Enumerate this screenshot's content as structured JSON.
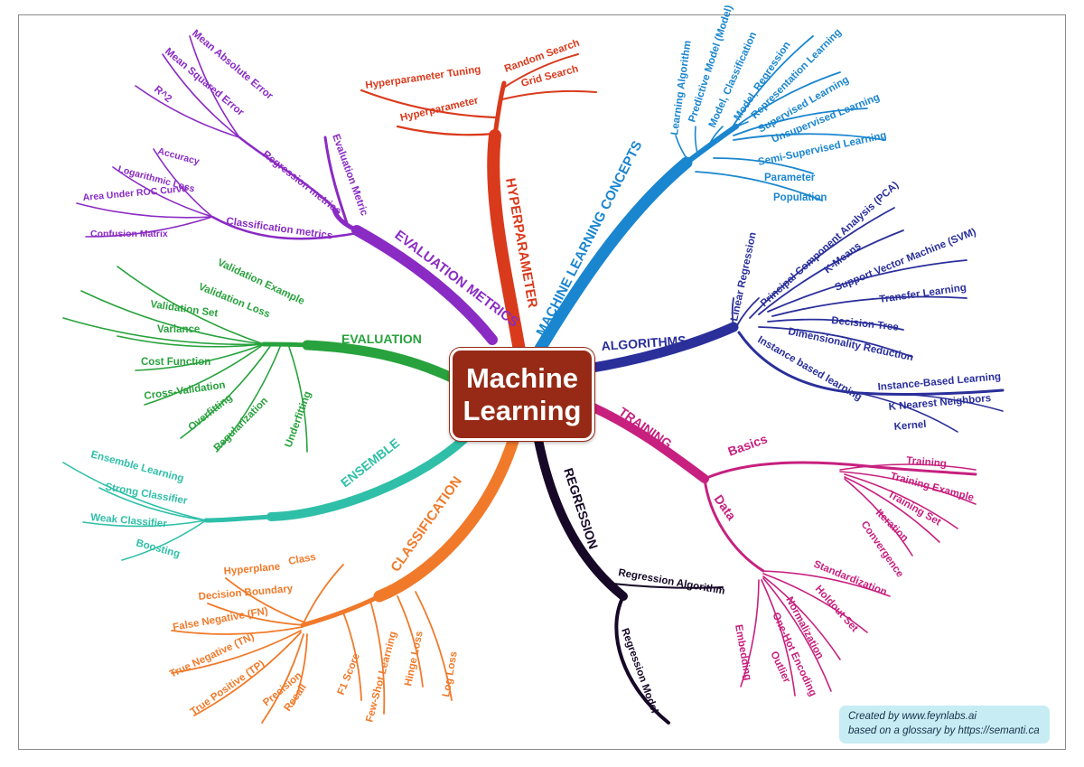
{
  "center": {
    "line1": "Machine",
    "line2": "Learning"
  },
  "colors": {
    "hyperparameter": "#d93a1c",
    "concepts": "#1a86cf",
    "algorithms": "#2a2f9a",
    "training": "#c7207f",
    "regression": "#160826",
    "classification": "#f07a2a",
    "ensemble": "#2fbfa8",
    "evaluation": "#27a23c",
    "metrics": "#8a2bc4"
  },
  "branches": {
    "hyperparameter": {
      "label": "HYPERPARAMETER",
      "items": [
        "Hyperparameter",
        "Hyperparameter Tuning",
        "Random Search",
        "Grid Search"
      ]
    },
    "concepts": {
      "label": "MACHINE LEARNING CONCEPTS",
      "items": [
        "Learning Algorithm",
        "Predictive Model (Model)",
        "Model, Classification",
        "Model, Regression",
        "Representation Learning",
        "Supervised Learning",
        "Unsupervised Learning",
        "Semi-Supervised Learning",
        "Parameter",
        "Population"
      ]
    },
    "algorithms": {
      "label": "ALGORITHMS",
      "items": [
        "Linear Regression",
        "Principal Component Analysis (PCA)",
        "K-Means",
        "Support Vector Machine (SVM)",
        "Transfer Learning",
        "Decision Tree",
        "Dimensionality Reduction",
        "Instance based learning"
      ],
      "sub_items": [
        "Instance-Based Learning",
        "K Nearest Neighbors",
        "Kernel"
      ]
    },
    "training": {
      "label": "TRAINING",
      "basics_label": "Basics",
      "basics_items": [
        "Training",
        "Training Example",
        "Training Set",
        "Iteration",
        "Convergence"
      ],
      "data_label": "Data",
      "data_items": [
        "Standardization",
        "Holdout Set",
        "Normalization",
        "One-Hot Encoding",
        "Outlier",
        "Embedding"
      ]
    },
    "regression": {
      "label": "REGRESSION",
      "items": [
        "Regression Algorithm",
        "Regression Model"
      ]
    },
    "classification": {
      "label": "CLASSIFICATION",
      "items": [
        "Class",
        "Hyperplane",
        "Decision Boundary",
        "False Negative (FN)",
        "True Negative (TN)",
        "True Positive (TP)",
        "Precision",
        "Recall",
        "F1 Score",
        "Few-Shot Learning",
        "Hinge Loss",
        "Log Loss"
      ]
    },
    "ensemble": {
      "label": "ENSEMBLE",
      "items": [
        "Ensemble Learning",
        "Strong Classifier",
        "Weak Classifier",
        "Boosting"
      ]
    },
    "evaluation": {
      "label": "EVALUATION",
      "items": [
        "Validation Example",
        "Validation Loss",
        "Validation Set",
        "Variance",
        "Cost Function",
        "Cross-Validation",
        "Overfitting",
        "Regularization",
        "Underfitting"
      ]
    },
    "metrics": {
      "label": "EVALUATION METRICS",
      "eval_metric": "Evaluation Metric",
      "regression_label": "Regression metrics",
      "regression_items": [
        "Mean Absolute Error",
        "Mean Squared Error",
        "R^2"
      ],
      "classification_label": "Classification metrics",
      "classification_items": [
        "Accuracy",
        "Logarithmic Loss",
        "Area Under ROC Curve",
        "Confusion Matrix"
      ]
    }
  },
  "credits": {
    "line1_prefix": "Created by",
    "line1_link": "www.feynlabs.ai",
    "line2_prefix": "based on a glossary by",
    "line2_link": "https://semanti.ca"
  }
}
